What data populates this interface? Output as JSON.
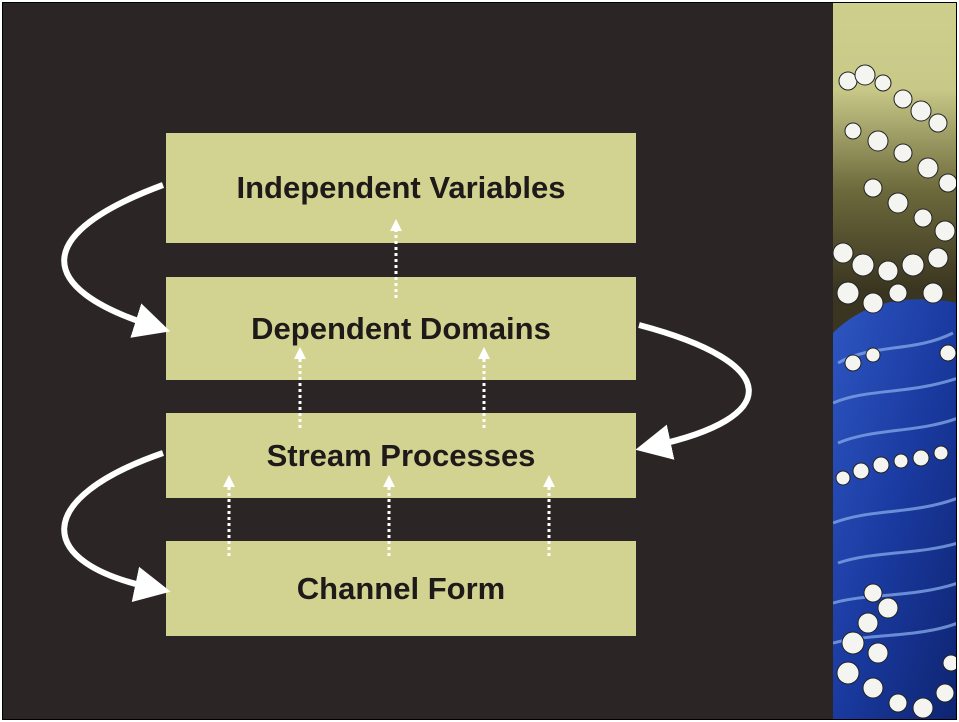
{
  "diagram": {
    "boxes": [
      {
        "id": "independent",
        "label": "Independent Variables"
      },
      {
        "id": "dependent",
        "label": "Dependent Domains"
      },
      {
        "id": "stream",
        "label": "Stream Processes"
      },
      {
        "id": "channel",
        "label": "Channel Form"
      }
    ]
  },
  "colors": {
    "background": "#2b2526",
    "box_fill": "#d3d391",
    "box_text": "#1e1a1a",
    "arrow": "#ffffff",
    "wave_deep": "#1c3a9c",
    "wave_light": "#6a8fd8",
    "sky_top": "#c9c98a",
    "sky_bottom": "#3e3a20"
  },
  "decoration": {
    "right_panel_icon": "great-wave-icon"
  }
}
